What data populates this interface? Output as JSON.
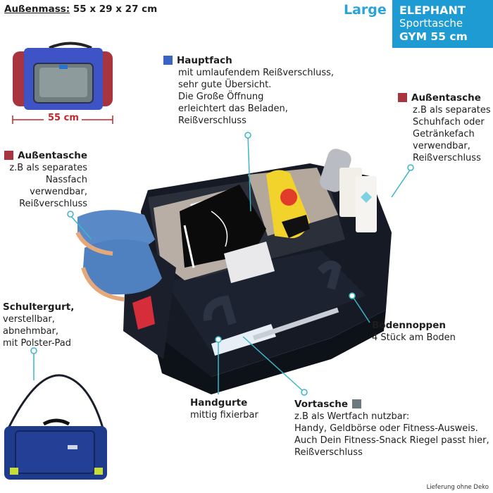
{
  "header": {
    "dimensions_label": "Außenmass:",
    "dimensions_value": "55 x 29 x 27 cm",
    "size_badge": "Large",
    "brand_line1": "ELEPHANT",
    "brand_line2": "Sporttasche",
    "brand_line3": "GYM 55 cm"
  },
  "thumbnail": {
    "width_label": "55 cm"
  },
  "callouts": {
    "hauptfach": {
      "title": "Hauptfach",
      "lines": [
        "mit umlaufendem Reißverschluss,",
        "sehr gute Übersicht.",
        "Die Große Öffnung",
        "erleichtert das Beladen,",
        "Reißverschluss"
      ]
    },
    "aussentasche_right": {
      "title": "Außentasche",
      "lines": [
        "z.B als separates",
        "Schuhfach oder",
        "Getränkefach",
        "verwendbar,",
        "Reißverschluss"
      ]
    },
    "aussentasche_left": {
      "title": "Außentasche",
      "lines": [
        "z.B als separates",
        "Nassfach",
        "verwendbar,",
        "Reißverschluss"
      ]
    },
    "schultergurt": {
      "title": "Schultergurt,",
      "lines": [
        "verstellbar,",
        "abnehmbar,",
        "mit Polster-Pad"
      ]
    },
    "bodennoppen": {
      "title": "Bodennoppen",
      "lines": [
        "4 Stück am Boden"
      ]
    },
    "handgurte": {
      "title": "Handgurte",
      "lines": [
        "mittig fixierbar"
      ]
    },
    "vortasche": {
      "title": "Vortasche",
      "lines": [
        "z.B als Wertfach nutzbar:",
        "Handy, Geldbörse oder Fitness-Ausweis.",
        "Auch Dein Fitness-Snack Riegel passt hier,",
        "Reißverschluss"
      ]
    }
  },
  "colors": {
    "accent_blue": "#1d9bd2",
    "hauptfach_marker": "#3a63c4",
    "aussentasche_marker": "#a8343f",
    "vortasche_marker": "#6c7a80",
    "callout_line": "#3bb6c9"
  },
  "footnote": "Lieferung ohne Deko"
}
